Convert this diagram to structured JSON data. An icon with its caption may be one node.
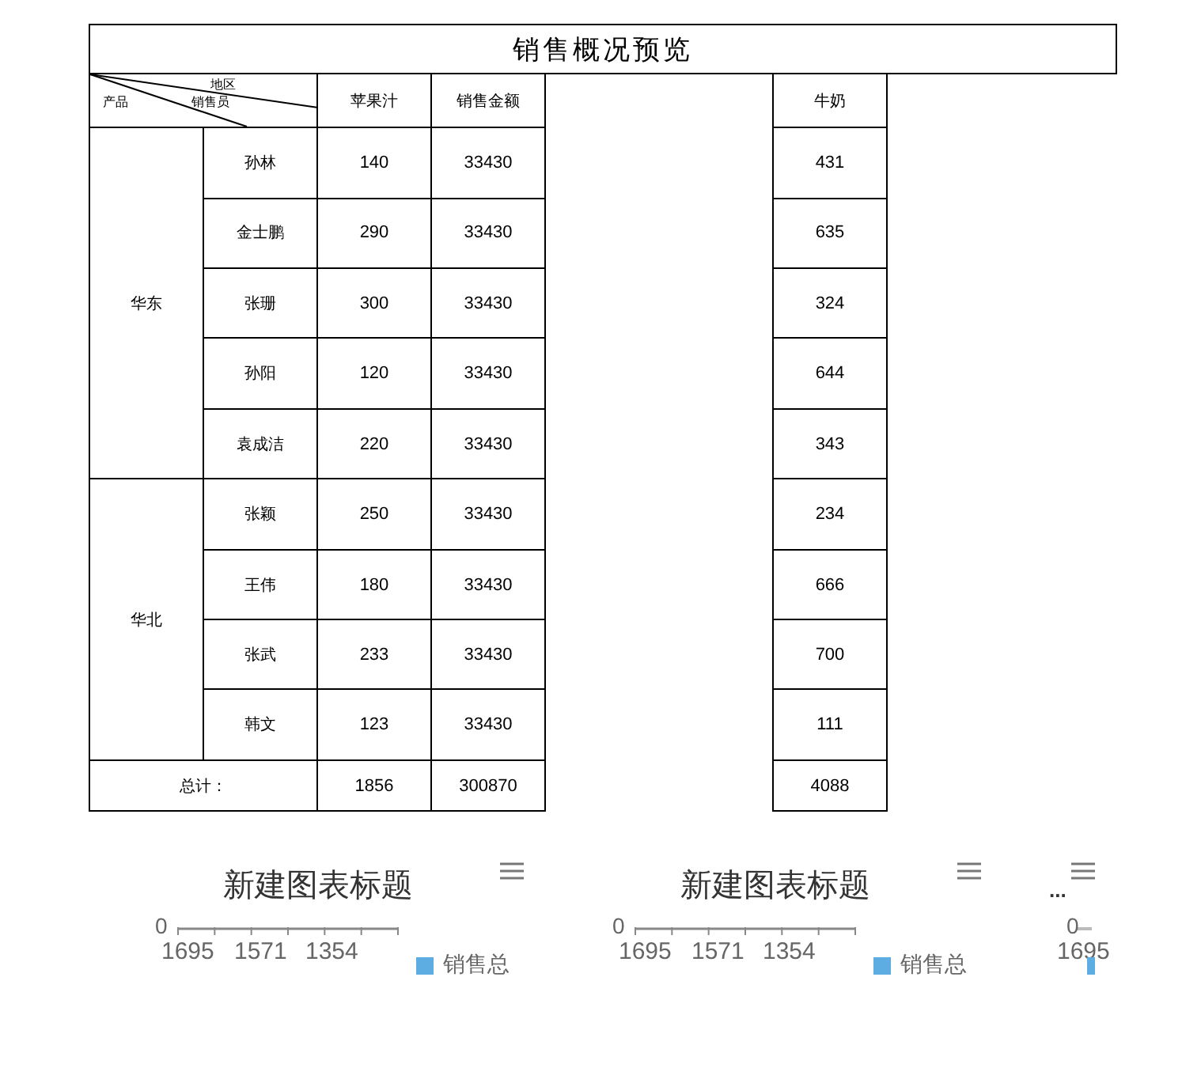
{
  "diagram": {
    "title": "销售概况预览",
    "labels": [
      "地区",
      "产品",
      "销售员",
      "苹果汁",
      "销售金额",
      "牛奶",
      "华东",
      "孙林",
      "140",
      "33430",
      "431",
      "金士鹏",
      "290",
      "33430",
      "635",
      "张珊",
      "300",
      "33430",
      "324",
      "孙阳",
      "120",
      "33430",
      "644",
      "袁成洁",
      "220",
      "33430",
      "343",
      "华北",
      "张颖",
      "250",
      "33430",
      "234",
      "王伟",
      "180",
      "33430",
      "666",
      "张武",
      "233",
      "33430",
      "700",
      "韩文",
      "123",
      "33430",
      "111",
      "总计：",
      "1856",
      "300870",
      "4088",
      "新建图表标题",
      "新建图表标题",
      "...",
      "0",
      "0",
      "0",
      "1695",
      "1571",
      "1354",
      "1695",
      "1571",
      "1354",
      "1695"
    ],
    "legend": [
      {
        "text": "销售总",
        "color": "#5dade2"
      },
      {
        "text": "销售总",
        "color": "#5dade2"
      }
    ]
  }
}
